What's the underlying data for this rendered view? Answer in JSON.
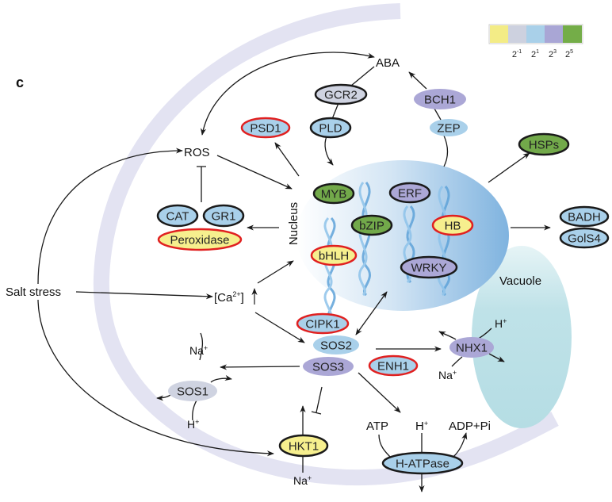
{
  "panel_letter": "c",
  "legend": {
    "colors": [
      "#f3ec86",
      "#cdd1df",
      "#a9d0e9",
      "#a9a6d5",
      "#74ad48"
    ],
    "ticks": [
      {
        "base": "2",
        "exp": "-1"
      },
      {
        "base": "2",
        "exp": "1"
      },
      {
        "base": "2",
        "exp": "3"
      },
      {
        "base": "2",
        "exp": "5"
      }
    ]
  },
  "compartments": {
    "nucleus": "Nucleus",
    "vacuole": "Vacuole"
  },
  "colors": {
    "yellow": "#f6ef8e",
    "grey": "#cfd3e1",
    "blue": "#a9d0ea",
    "purple": "#aba7d6",
    "green": "#72a94a",
    "highlight_ring": "#e02020",
    "dark_ring": "#1a1a1a",
    "membrane": "#e3e3f2",
    "vacuole": "#b9e0e6",
    "nucleus": "#8fbde3"
  },
  "labels": {
    "aba": "ABA",
    "ros": "ROS",
    "salt_stress": "Salt stress",
    "calcium": {
      "prefix": "[Ca",
      "sup": "2+",
      "suffix": "]"
    },
    "atp": "ATP",
    "adp_pi": "ADP+Pi",
    "h_ion": {
      "base": "H",
      "sup": "+"
    },
    "na_ion": {
      "base": "Na",
      "sup": "+"
    }
  },
  "genes": {
    "gcr2": "GCR2",
    "pld": "PLD",
    "bch1": "BCH1",
    "zep": "ZEP",
    "psd1": "PSD1",
    "hsps": "HSPs",
    "cat": "CAT",
    "gr1": "GR1",
    "peroxidase": "Peroxidase",
    "myb": "MYB",
    "bzip": "bZIP",
    "erf": "ERF",
    "hb": "HB",
    "bhlh": "bHLH",
    "wrky": "WRKY",
    "badh": "BADH",
    "gols4": "GolS4",
    "cipk1": "CIPK1",
    "sos2": "SOS2",
    "sos3": "SOS3",
    "enh1": "ENH1",
    "nhx1": "NHX1",
    "sos1": "SOS1",
    "hkt1": "HKT1",
    "h_atpase": "H-ATPase"
  }
}
